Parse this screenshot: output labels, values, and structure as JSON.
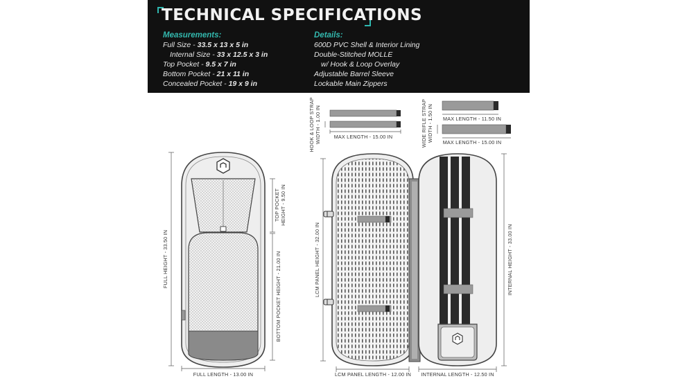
{
  "header": {
    "title": "Technical Specifications",
    "measurements": {
      "heading": "Measurements:",
      "items": [
        {
          "label": "Full Size -",
          "value": "33.5 x 13 x 5 in",
          "indent": false
        },
        {
          "label": "Internal Size -",
          "value": "33 x 12.5 x 3 in",
          "indent": true
        },
        {
          "label": "Top Pocket -",
          "value": "9.5 x 7 in",
          "indent": false
        },
        {
          "label": "Bottom Pocket -",
          "value": "21 x 11 in",
          "indent": false
        },
        {
          "label": "Concealed Pocket -",
          "value": "19 x 9 in",
          "indent": false
        }
      ]
    },
    "details": {
      "heading": "Details:",
      "items": [
        {
          "text": "600D PVC Shell & Interior Lining",
          "indent": false
        },
        {
          "text": "Double-Stitched MOLLE",
          "indent": false
        },
        {
          "text": "w/ Hook & Loop Overlay",
          "indent": true
        },
        {
          "text": "Adjustable Barrel Sleeve",
          "indent": false
        },
        {
          "text": "Lockable Main Zippers",
          "indent": false
        }
      ]
    }
  },
  "diagram": {
    "full_height": "FULL HEIGHT - 33.50 IN",
    "full_length": "FULL LENGTH - 13.00 IN",
    "top_pocket_line1": "TOP POCKET",
    "top_pocket_line2": "HEIGHT - 9.50 IN",
    "bottom_pocket_height": "BOTTOM POCKET HEIGHT - 21.00 IN",
    "hook_strap_line1": "HOOK & LOOP STRAP",
    "hook_strap_line2": "WIDTH - 1.00 IN",
    "hook_strap_max": "MAX LENGTH - 15.00 IN",
    "rifle_strap_line1": "WIDE RIFLE STRAP",
    "rifle_strap_line2": "WIDTH - 1.50 IN",
    "rifle_strap_max1": "MAX LENGTH - 11.50 IN",
    "rifle_strap_max2": "MAX LENGTH - 15.00 IN",
    "lcm_panel_height": "LCM PANEL HEIGHT - 32.00 IN",
    "lcm_panel_length": "LCM PANEL LENGTH - 12.00 IN",
    "internal_height": "INTERNAL HEIGHT - 33.00 IN",
    "internal_length": "INTERNAL LENGTH - 12.50 IN"
  },
  "colors": {
    "header_bg": "#111111",
    "accent": "#33b8ae",
    "outline": "#444444",
    "panel_gray": "#9a9a9a",
    "strap_dark": "#2a2a2a",
    "case_fill": "#eeeeee"
  },
  "icons": [
    "logo-icon",
    "buckle-icon"
  ]
}
